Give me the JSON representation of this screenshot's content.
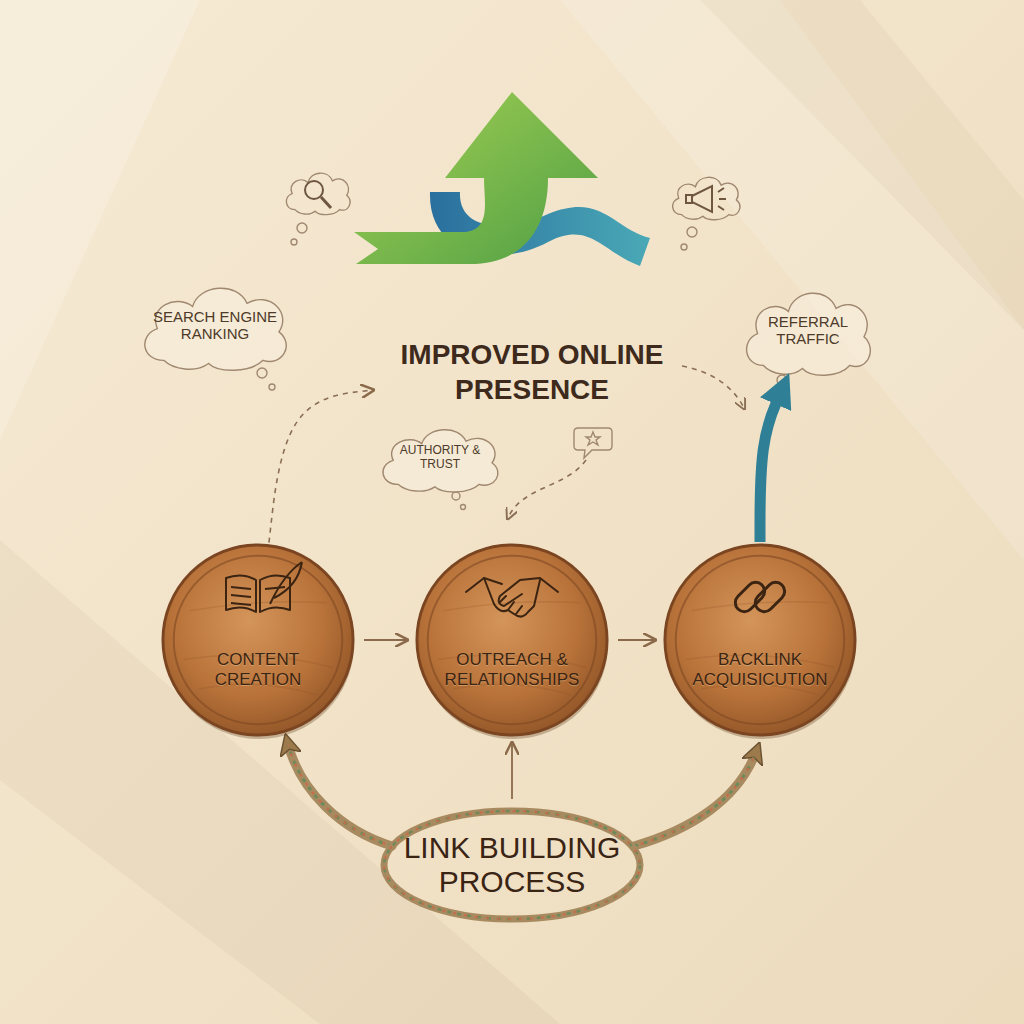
{
  "diagram": {
    "nodes": [
      {
        "text": [
          "SEARCH ENGINE RANKING"
        ]
      },
      {
        "text": [
          "REFERRAL TRAFFIC"
        ]
      },
      {
        "text": [
          "IMPROVED ONLINE PRESENCE"
        ]
      },
      {
        "text": [
          "AUTHORITY & TRUST"
        ]
      },
      {
        "text": [
          "CONTENT CREATION"
        ]
      },
      {
        "text": [
          "OUTREACH & RELATIONSHIPS"
        ]
      },
      {
        "text": [
          "BACKLINK ACQUISICUTION"
        ]
      },
      {
        "text": [
          "LINK BUILDING PROCESS"
        ]
      }
    ],
    "edges": [
      {
        "from": 4,
        "to": 2,
        "arrow": "to"
      },
      {
        "from": 4,
        "to": 5,
        "arrow": "to"
      },
      {
        "from": 5,
        "to": 6,
        "arrow": "to"
      },
      {
        "from": 6,
        "to": 1,
        "arrow": "to"
      },
      {
        "from": 7,
        "to": 5,
        "arrow": "to"
      }
    ]
  }
}
